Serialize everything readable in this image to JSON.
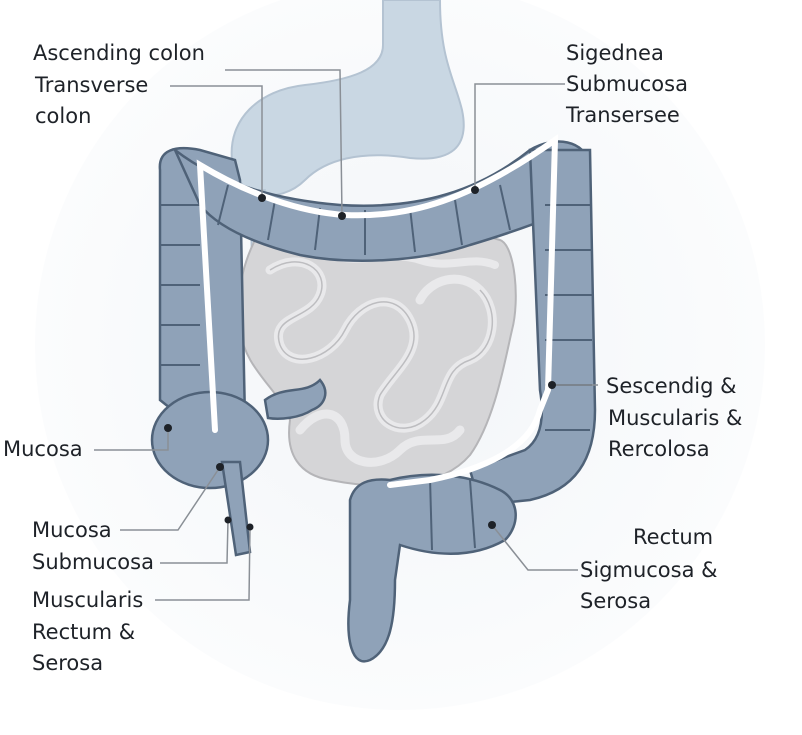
{
  "labels": {
    "ascending_colon": "Ascending colon",
    "transverse_colon_1": "Transverse",
    "transverse_colon_2": "colon",
    "top_right_1": "Sigednea",
    "top_right_2": "Submucosa",
    "top_right_3": "Transersee",
    "mid_right_1": "Sescendig &",
    "mid_right_2": "Muscularis &",
    "mid_right_3": "Rercolosa",
    "left_mucosa": "Mucosa",
    "bottom_left_1": "Mucosa",
    "bottom_left_2": "Submucosa",
    "bottom_left_3": "Muscularis",
    "bottom_left_4": "Rectum &",
    "bottom_left_5": "Serosa",
    "bottom_right_1": "Rectum",
    "bottom_right_2": "Sigmucosa &",
    "bottom_right_3": "Serosa"
  },
  "colors": {
    "colon_fill": "#8fa2b8",
    "colon_stroke": "#4f6278",
    "small_intestine": "#d3d3d5",
    "stomach": "#c9d7e3",
    "leader_line": "#8a8f96",
    "label_text": "#1e2228"
  }
}
